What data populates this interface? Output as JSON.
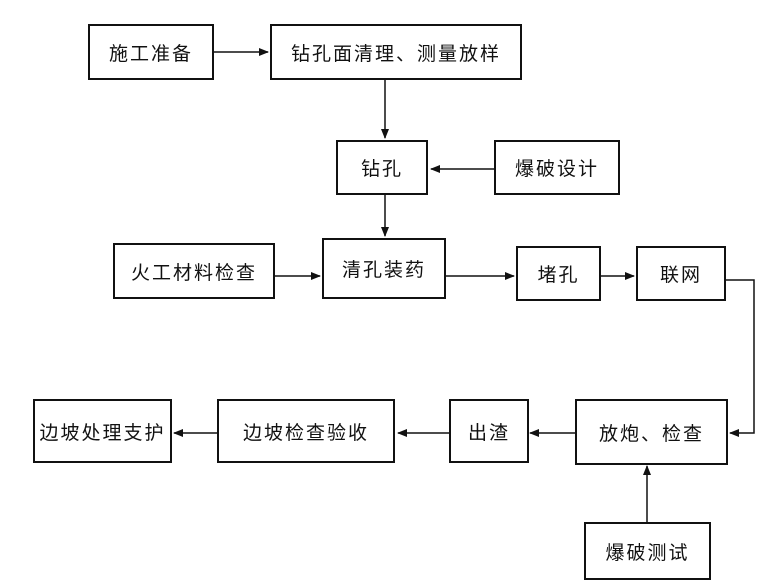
{
  "nodes": {
    "prep": "施工准备",
    "clean_survey": "钻孔面清理、测量放样",
    "drill": "钻孔",
    "blast_design": "爆破设计",
    "material_check": "火工材料检查",
    "clear_load": "清孔装药",
    "plug": "堵孔",
    "network": "联网",
    "fire_check": "放炮、检查",
    "blast_test": "爆破测试",
    "muck": "出渣",
    "slope_accept": "边坡检查验收",
    "slope_support": "边坡处理支护"
  }
}
